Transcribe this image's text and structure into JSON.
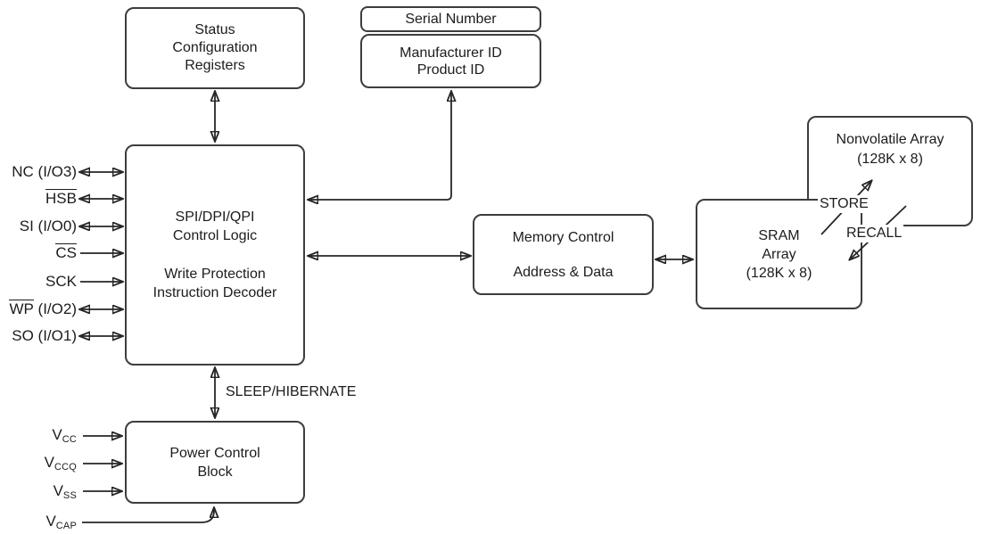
{
  "diagram_subject": "SPI NVSRAM block diagram",
  "boxes": {
    "status_registers": {
      "lines": [
        "Status",
        "Configuration",
        "Registers"
      ]
    },
    "serial_number": {
      "label": "Serial Number"
    },
    "id_block": {
      "lines": [
        "Manufacturer ID",
        "Product ID"
      ]
    },
    "control_logic": {
      "lines": [
        "SPI/DPI/QPI",
        "Control Logic",
        "Write Protection",
        "Instruction Decoder"
      ]
    },
    "memory_control": {
      "lines": [
        "Memory Control",
        "Address & Data"
      ]
    },
    "sram_array": {
      "lines": [
        "SRAM",
        "Array",
        "(128K x 8)"
      ]
    },
    "nonvolatile_array": {
      "lines": [
        "Nonvolatile Array",
        "(128K x 8)"
      ]
    },
    "power_control": {
      "lines": [
        "Power Control",
        "Block"
      ]
    }
  },
  "signal_labels": {
    "store": "STORE",
    "recall": "RECALL",
    "sleep_hibernate": "SLEEP/HIBERNATE"
  },
  "pins": {
    "left": [
      {
        "bar": "",
        "text": "NC (I/O3)",
        "direction": "bidirectional"
      },
      {
        "bar": "HSB",
        "text": "",
        "direction": "bidirectional"
      },
      {
        "bar": "",
        "text": "SI (I/O0)",
        "direction": "bidirectional"
      },
      {
        "bar": "CS",
        "text": "",
        "direction": "input"
      },
      {
        "bar": "",
        "text": "SCK",
        "direction": "input"
      },
      {
        "bar": "WP",
        "text": " (I/O2)",
        "direction": "bidirectional"
      },
      {
        "bar": "",
        "text": "SO (I/O1)",
        "direction": "bidirectional"
      }
    ],
    "power": [
      {
        "base": "V",
        "sub": "CC",
        "direction": "input"
      },
      {
        "base": "V",
        "sub": "CCQ",
        "direction": "input"
      },
      {
        "base": "V",
        "sub": "SS",
        "direction": "input"
      },
      {
        "base": "V",
        "sub": "CAP",
        "direction": "input"
      }
    ]
  },
  "colors": {
    "background": "#ffffff",
    "box_border": "#3d3d3d",
    "wire": "#262626",
    "text": "#1c1c1c"
  }
}
